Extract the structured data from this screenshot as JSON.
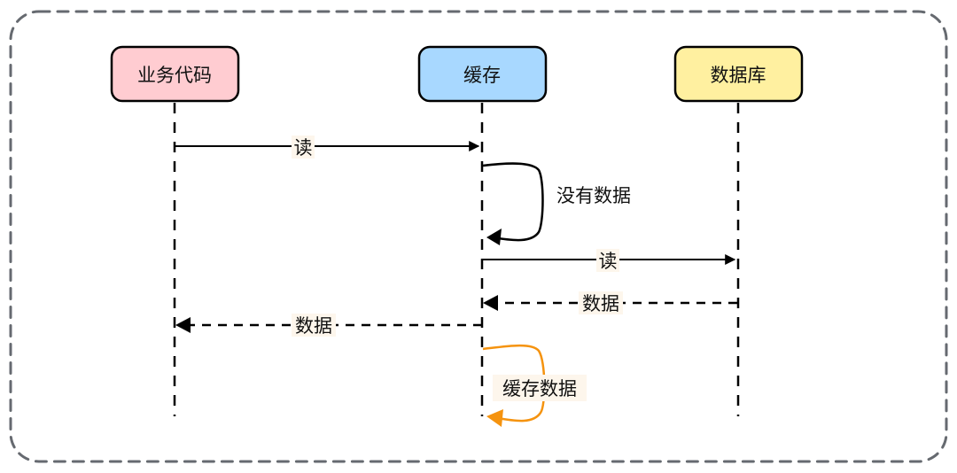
{
  "diagram": {
    "type": "sequence",
    "colors": {
      "frame": "#666a70",
      "line": "#000000",
      "highlight": "#f5930f",
      "label_bg": "#fdf6ec"
    },
    "actors": [
      {
        "id": "business",
        "label": "业务代码",
        "fill": "#ffccd1"
      },
      {
        "id": "cache",
        "label": "缓存",
        "fill": "#a8d8ff"
      },
      {
        "id": "database",
        "label": "数据库",
        "fill": "#fff0a0"
      }
    ],
    "messages": [
      {
        "from": "business",
        "to": "cache",
        "label": "读",
        "style": "solid"
      },
      {
        "from": "cache",
        "to": "cache",
        "label": "没有数据",
        "style": "solid"
      },
      {
        "from": "cache",
        "to": "database",
        "label": "读",
        "style": "solid"
      },
      {
        "from": "database",
        "to": "cache",
        "label": "数据",
        "style": "dashed"
      },
      {
        "from": "cache",
        "to": "business",
        "label": "数据",
        "style": "dashed"
      },
      {
        "from": "cache",
        "to": "cache",
        "label": "缓存数据",
        "style": "solid",
        "highlight": true
      }
    ]
  }
}
